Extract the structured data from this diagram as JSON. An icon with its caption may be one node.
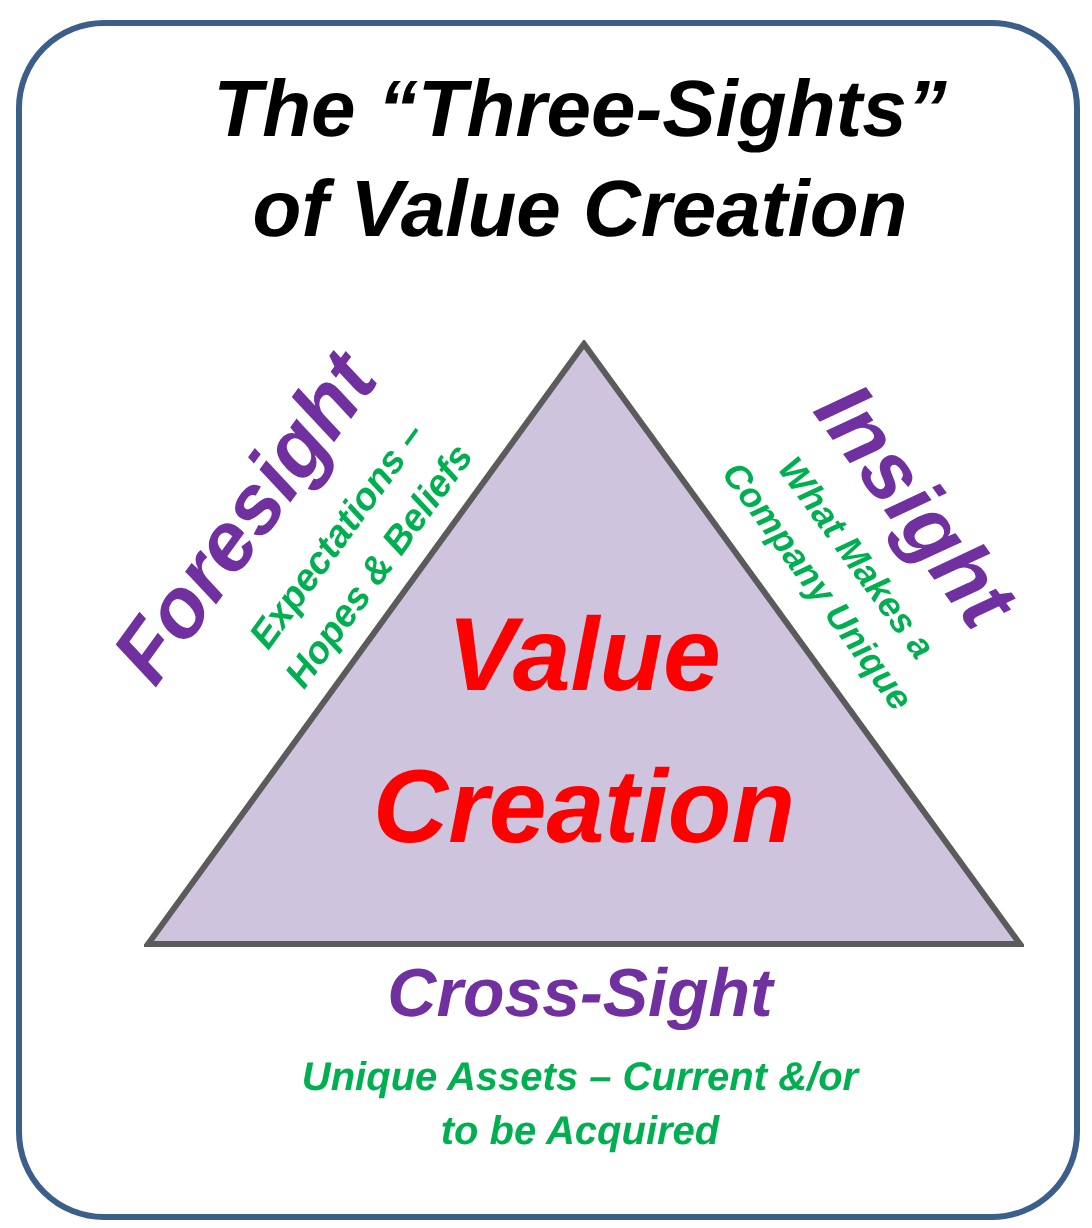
{
  "diagram": {
    "title": "The “Three-Sights” of Value Creation",
    "nodes": [
      {
        "text": [
          "Value Creation"
        ]
      }
    ],
    "labels": [
      "Foresight",
      "Expectations – Hopes & Beliefs",
      "Insight",
      "What Makes a Company Unique",
      "Cross-Sight",
      "Unique Assets – Current &/or to be Acquired"
    ]
  }
}
